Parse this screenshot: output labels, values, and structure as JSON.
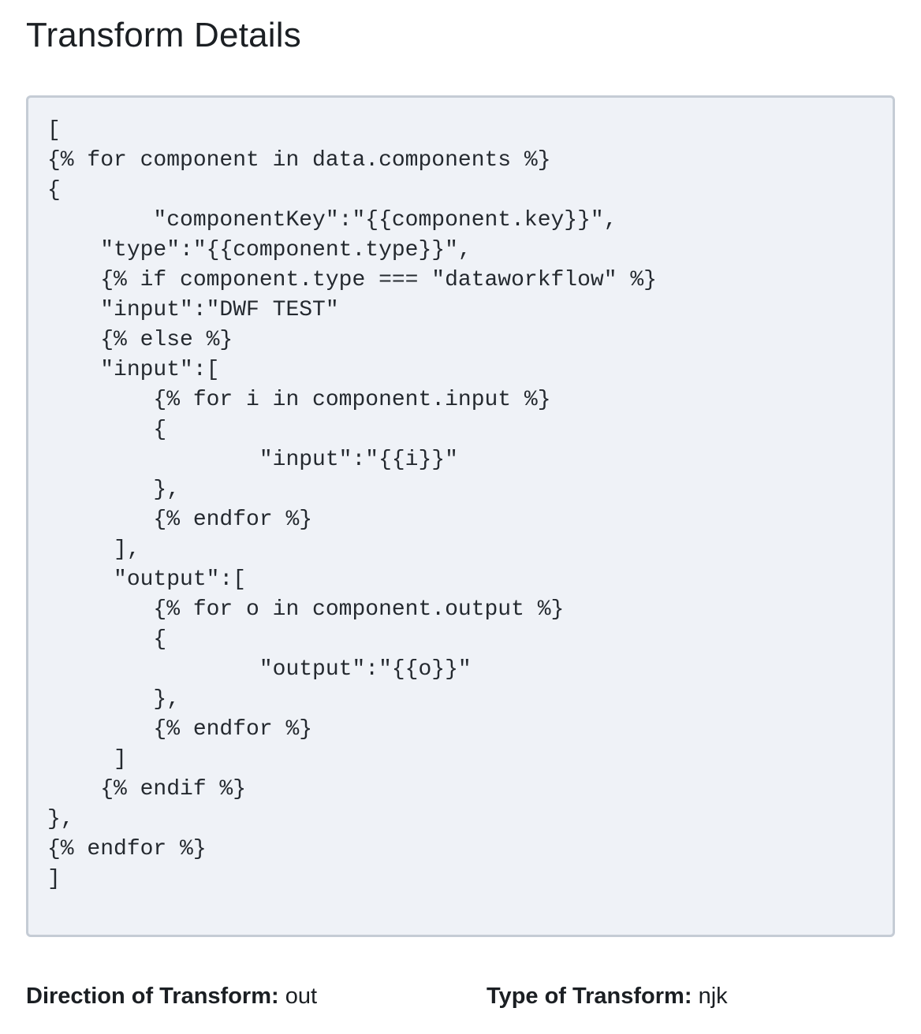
{
  "page": {
    "title": "Transform Details"
  },
  "code": {
    "lines": [
      "[",
      "{% for component in data.components %}",
      "{",
      "        \"componentKey\":\"{{component.key}}\",",
      "    \"type\":\"{{component.type}}\",",
      "    {% if component.type === \"dataworkflow\" %}",
      "    \"input\":\"DWF TEST\"",
      "    {% else %}",
      "    \"input\":[",
      "        {% for i in component.input %}",
      "        {",
      "                \"input\":\"{{i}}\"",
      "        },",
      "        {% endfor %}",
      "     ],",
      "     \"output\":[",
      "        {% for o in component.output %}",
      "        {",
      "                \"output\":\"{{o}}\"",
      "        },",
      "        {% endfor %}",
      "     ]",
      "    {% endif %}",
      "},",
      "{% endfor %}",
      "]"
    ]
  },
  "meta": {
    "direction_label": "Direction of Transform:",
    "direction_value": "out",
    "type_label": "Type of Transform:",
    "type_value": "njk"
  },
  "colors": {
    "panel_background": "#eff2f7",
    "panel_border": "#c5ccd5",
    "text": "#1b1f23"
  }
}
